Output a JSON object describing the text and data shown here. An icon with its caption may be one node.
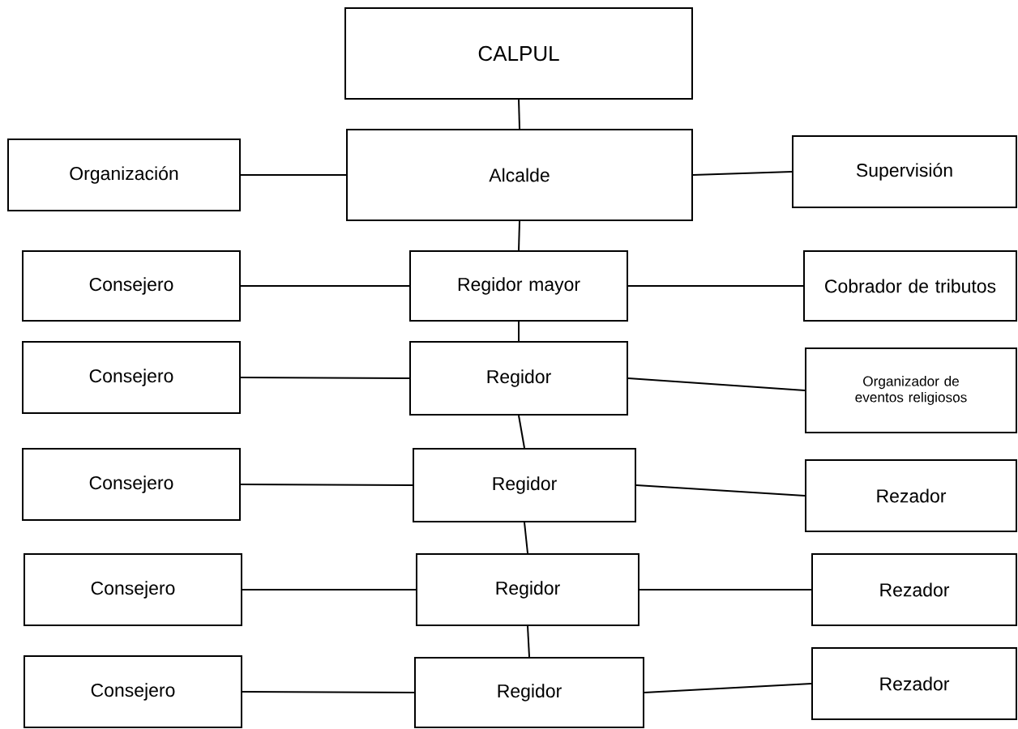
{
  "diagram": {
    "nodes": [
      {
        "text": [
          "CALPUL"
        ]
      },
      {
        "text": [
          "Organización"
        ]
      },
      {
        "text": [
          "Alcalde"
        ]
      },
      {
        "text": [
          "Supervisión"
        ]
      },
      {
        "text": [
          "Consejero"
        ]
      },
      {
        "text": [
          "Regidor mayor"
        ]
      },
      {
        "text": [
          "Cobrador de tributos"
        ]
      },
      {
        "text": [
          "Consejero"
        ]
      },
      {
        "text": [
          "Regidor"
        ]
      },
      {
        "text": [
          "Organizador de eventos religiosos"
        ]
      },
      {
        "text": [
          "Consejero"
        ]
      },
      {
        "text": [
          "Regidor"
        ]
      },
      {
        "text": [
          "Rezador"
        ]
      },
      {
        "text": [
          "Consejero"
        ]
      },
      {
        "text": [
          "Regidor"
        ]
      },
      {
        "text": [
          "Rezador"
        ]
      },
      {
        "text": [
          "Consejero"
        ]
      },
      {
        "text": [
          "Regidor"
        ]
      },
      {
        "text": [
          "Rezador"
        ]
      }
    ],
    "edges": [
      {
        "from": 0,
        "to": 2,
        "arrow": "none"
      },
      {
        "from": 2,
        "to": 1,
        "arrow": "none"
      },
      {
        "from": 2,
        "to": 3,
        "arrow": "none"
      },
      {
        "from": 2,
        "to": 5,
        "arrow": "none"
      },
      {
        "from": 5,
        "to": 4,
        "arrow": "none"
      },
      {
        "from": 5,
        "to": 6,
        "arrow": "none"
      },
      {
        "from": 5,
        "to": 8,
        "arrow": "none"
      },
      {
        "from": 8,
        "to": 7,
        "arrow": "none"
      },
      {
        "from": 8,
        "to": 9,
        "arrow": "none"
      },
      {
        "from": 8,
        "to": 11,
        "arrow": "none"
      },
      {
        "from": 11,
        "to": 10,
        "arrow": "none"
      },
      {
        "from": 11,
        "to": 12,
        "arrow": "none"
      },
      {
        "from": 11,
        "to": 14,
        "arrow": "none"
      },
      {
        "from": 14,
        "to": 13,
        "arrow": "none"
      },
      {
        "from": 14,
        "to": 15,
        "arrow": "none"
      },
      {
        "from": 14,
        "to": 17,
        "arrow": "none"
      },
      {
        "from": 17,
        "to": 16,
        "arrow": "none"
      },
      {
        "from": 17,
        "to": 18,
        "arrow": "none"
      }
    ]
  }
}
